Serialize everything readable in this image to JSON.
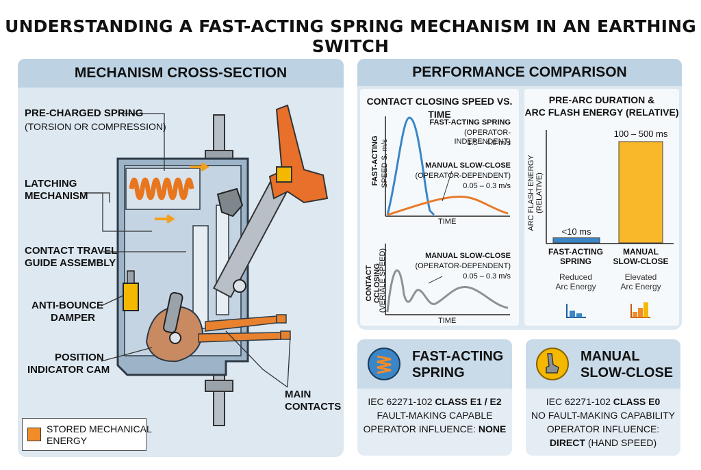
{
  "title": "UNDERSTANDING A FAST-ACTING SPRING MECHANISM IN AN EARTHING SWITCH",
  "left_panel": {
    "heading": "MECHANISM CROSS-SECTION",
    "labels": {
      "spring": "PRE-CHARGED SPRING",
      "spring_sub": "(TORSION OR COMPRESSION)",
      "latch_1": "LATCHING",
      "latch_2": "MECHANISM",
      "guide_1": "CONTACT TRAVEL",
      "guide_2": "GUIDE ASSEMBLY",
      "damper_1": "ANTI-BOUNCE",
      "damper_2": "DAMPER",
      "cam_1": "POSITION",
      "cam_2": "INDICATOR CAM",
      "contacts_1": "MAIN",
      "contacts_2": "CONTACTS"
    },
    "legend": {
      "line1": "STORED MECHANICAL",
      "line2": "ENERGY",
      "color": "#f28c28"
    }
  },
  "right_panel": {
    "heading": "PERFORMANCE COMPARISON",
    "speed_chart": {
      "title": "CONTACT CLOSING SPEED VS. TIME",
      "ylabel_1": "FAST-ACTING",
      "ylabel_2": "SPEED S. m/s",
      "xlabel": "TIME",
      "fast": {
        "name": "FAST-ACTING SPRING",
        "note": "(OPERATOR-INDEPENDENT)",
        "range": "1.5 – 4.0 m/s",
        "color": "#3a86c8"
      },
      "manual": {
        "name": "MANUAL SLOW-CLOSE",
        "note": "(OPERATOR-DEPENDENT)",
        "range": "0.05 – 0.3 m/s",
        "color": "#e87b2a"
      }
    },
    "bounce_chart": {
      "ylabel_1": "CONTACT CCLOSING",
      "ylabel_2": "(VERIALE SPEED)",
      "xlabel": "TIME",
      "name": "MANUAL SLOW-CLOSE",
      "note": "(OPERATOR-DEPENDENT)",
      "range": "0.05 – 0.3 m/s",
      "color": "#8c9296"
    },
    "arc_chart": {
      "title_1": "PRE-ARC DURATION &",
      "title_2": "ARC FLASH ENERGY (RELATIVE)",
      "ylabel": "ARC FLASH ENERGY (RELATIVE)",
      "bars": [
        {
          "name_1": "FAST-ACTING",
          "name_2": "SPRING",
          "label": "<10 ms",
          "value": 0.05,
          "color": "#3a86c8",
          "note_1": "Reduced",
          "note_2": "Arc Energy"
        },
        {
          "name_1": "MANUAL",
          "name_2": "SLOW-CLOSE",
          "label": "100 – 500 ms",
          "value": 1.0,
          "color": "#f9b72a",
          "note_1": "Elevated",
          "note_2": "Arc Energy"
        }
      ]
    },
    "cards": [
      {
        "title_1": "FAST-ACTING",
        "title_2": "SPRING",
        "line1_pre": "IEC 62271-102 ",
        "line1_bold": "CLASS E1 / E2",
        "line2": "FAULT-MAKING CAPABLE",
        "line3_pre": "OPERATOR INFLUENCE: ",
        "line3_bold": "NONE",
        "icon": "spring-icon"
      },
      {
        "title_1": "MANUAL",
        "title_2": "SLOW-CLOSE",
        "line1_pre": "IEC 62271-102 ",
        "line1_bold": "CLASS E0",
        "line2": "NO FAULT-MAKING CAPABILITY",
        "line3": "OPERATOR INFLUENCE:",
        "line4_bold": "DIRECT",
        "line4_rest": " (HAND SPEED)",
        "icon": "hand-lever-icon"
      }
    ]
  }
}
